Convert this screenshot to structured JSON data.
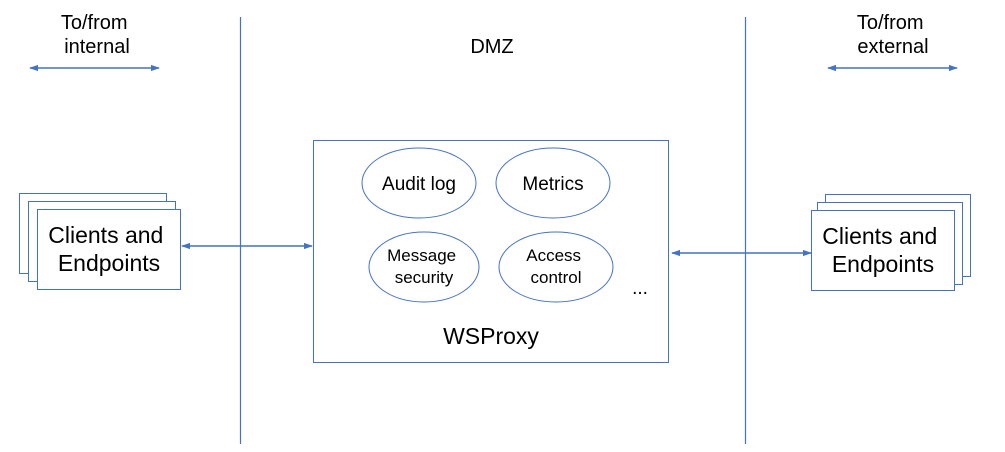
{
  "zones": {
    "internal_label": [
      "To/from",
      "internal"
    ],
    "dmz_label": "DMZ",
    "external_label": [
      "To/from",
      "external"
    ]
  },
  "left_clients": [
    "Clients and",
    "Endpoints"
  ],
  "right_clients": [
    "Clients and",
    "Endpoints"
  ],
  "proxy": {
    "title": "WSProxy",
    "features": {
      "audit": [
        "Audit log"
      ],
      "metrics": [
        "Metrics"
      ],
      "message": [
        "Message",
        "security"
      ],
      "access": [
        "Access",
        "control"
      ]
    },
    "more": "..."
  },
  "colors": {
    "line": "#4472c4",
    "border": "#4472c4"
  }
}
